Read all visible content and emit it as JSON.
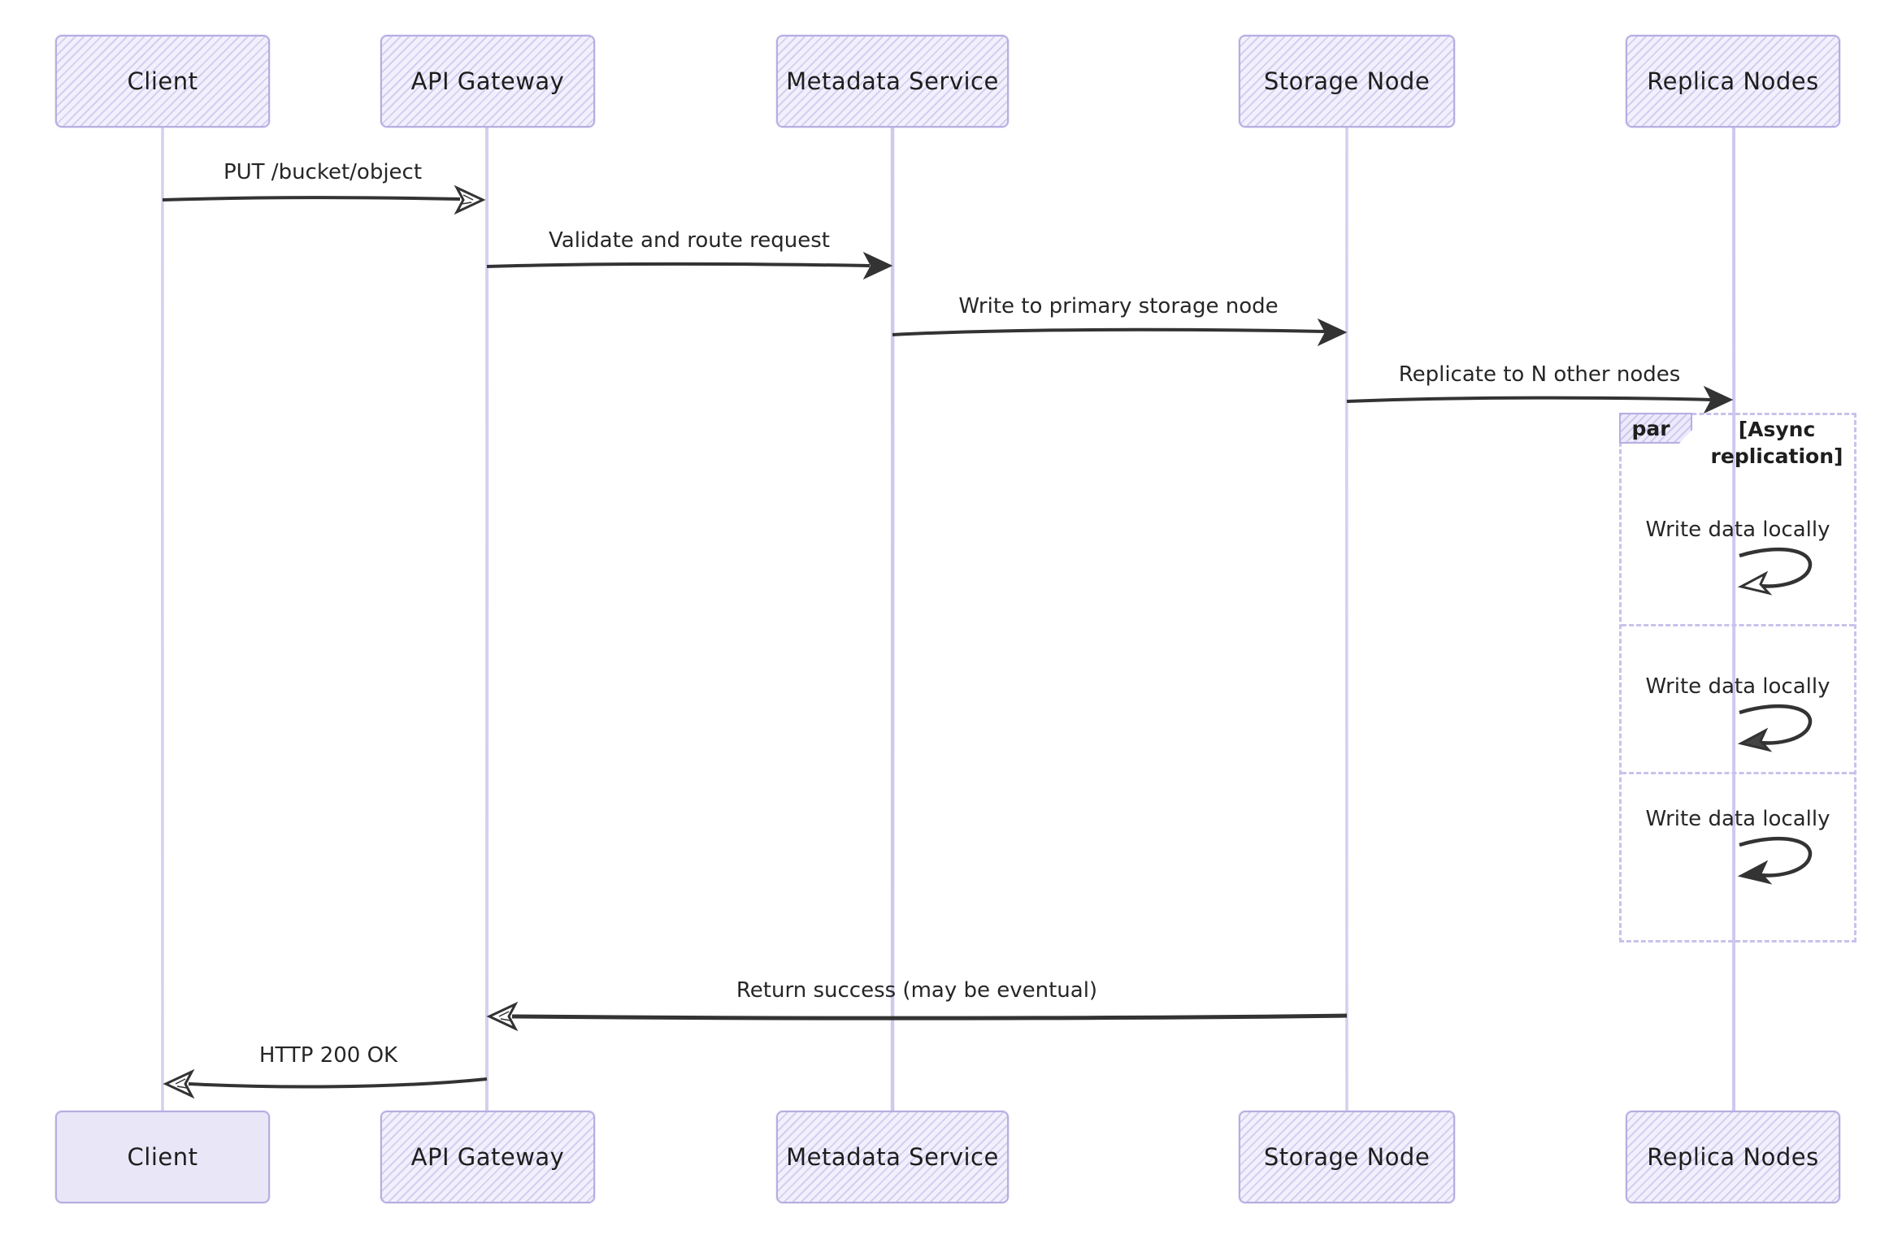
{
  "diagram": {
    "type": "sequence-diagram",
    "style": "hand-drawn"
  },
  "colors": {
    "background": "#ffffff",
    "actor_fill": "#f2f0fc",
    "actor_fill_solid": "#e9e6f7",
    "actor_hatch_stroke": "#968cd6",
    "actor_border": "#b5aee2",
    "lifeline": "#d5cff0",
    "arrow": "#333333",
    "text": "#1e1e1e",
    "frame_border": "#c8c2ec"
  },
  "actors": [
    {
      "name": "Client"
    },
    {
      "name": "API Gateway"
    },
    {
      "name": "Metadata Service"
    },
    {
      "name": "Storage Node"
    },
    {
      "name": "Replica Nodes"
    }
  ],
  "messages": [
    {
      "label": "PUT /bucket/object",
      "from": "Client",
      "to": "API Gateway",
      "arrow": "open"
    },
    {
      "label": "Validate and route request",
      "from": "API Gateway",
      "to": "Metadata Service",
      "arrow": "filled"
    },
    {
      "label": "Write to primary storage node",
      "from": "Metadata Service",
      "to": "Storage Node",
      "arrow": "filled"
    },
    {
      "label": "Replicate to N other nodes",
      "from": "Storage Node",
      "to": "Replica Nodes",
      "arrow": "filled"
    },
    {
      "label": "Return success (may be eventual)",
      "from": "Storage Node",
      "to": "API Gateway",
      "arrow": "open"
    },
    {
      "label": "HTTP 200 OK",
      "from": "API Gateway",
      "to": "Client",
      "arrow": "open"
    }
  ],
  "par_block": {
    "keyword": "par",
    "condition": "[Async replication]",
    "branches": [
      {
        "label": "Write data locally",
        "type": "self-message"
      },
      {
        "label": "Write data locally",
        "type": "self-message"
      },
      {
        "label": "Write data locally",
        "type": "self-message"
      }
    ]
  }
}
